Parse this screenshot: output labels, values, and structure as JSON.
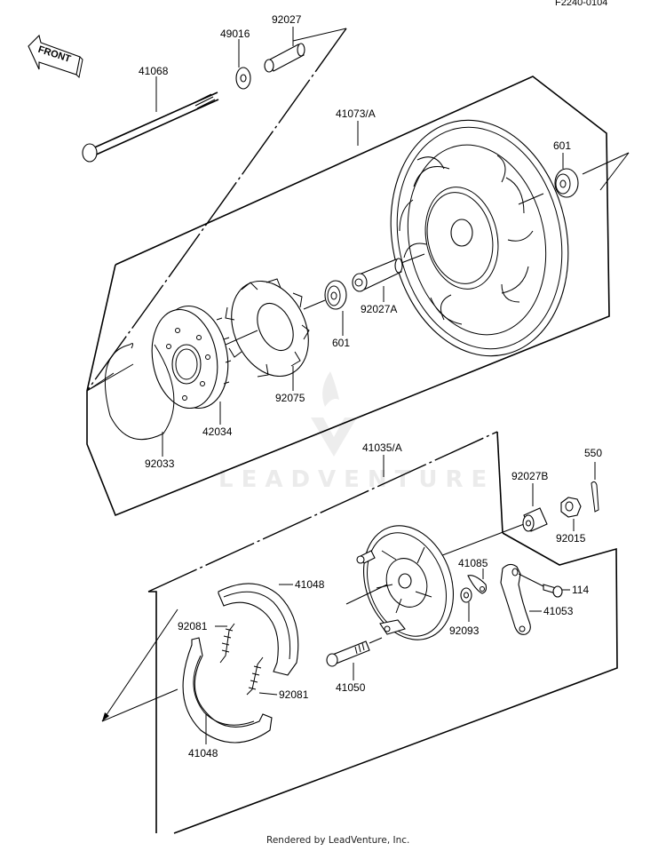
{
  "diagram": {
    "code": "F2240-0104",
    "front_label": "FRONT",
    "footer": "Rendered by LeadVenture, Inc.",
    "watermark": "LEADVENTURE",
    "parts": [
      {
        "id": "41068",
        "label": "41068"
      },
      {
        "id": "49016",
        "label": "49016"
      },
      {
        "id": "92027",
        "label": "92027"
      },
      {
        "id": "41073A",
        "label": "41073/A"
      },
      {
        "id": "601_outer",
        "label": "601"
      },
      {
        "id": "601_inner",
        "label": "601"
      },
      {
        "id": "92027A",
        "label": "92027A"
      },
      {
        "id": "92075",
        "label": "92075"
      },
      {
        "id": "42034",
        "label": "42034"
      },
      {
        "id": "92033",
        "label": "92033"
      },
      {
        "id": "41035A",
        "label": "41035/A"
      },
      {
        "id": "92027B",
        "label": "92027B"
      },
      {
        "id": "550",
        "label": "550"
      },
      {
        "id": "92015",
        "label": "92015"
      },
      {
        "id": "41085",
        "label": "41085"
      },
      {
        "id": "114",
        "label": "114"
      },
      {
        "id": "41053",
        "label": "41053"
      },
      {
        "id": "92093",
        "label": "92093"
      },
      {
        "id": "41050",
        "label": "41050"
      },
      {
        "id": "41048_top",
        "label": "41048"
      },
      {
        "id": "92081_top",
        "label": "92081"
      },
      {
        "id": "92081_bottom",
        "label": "92081"
      },
      {
        "id": "41048_bottom",
        "label": "41048"
      }
    ]
  }
}
